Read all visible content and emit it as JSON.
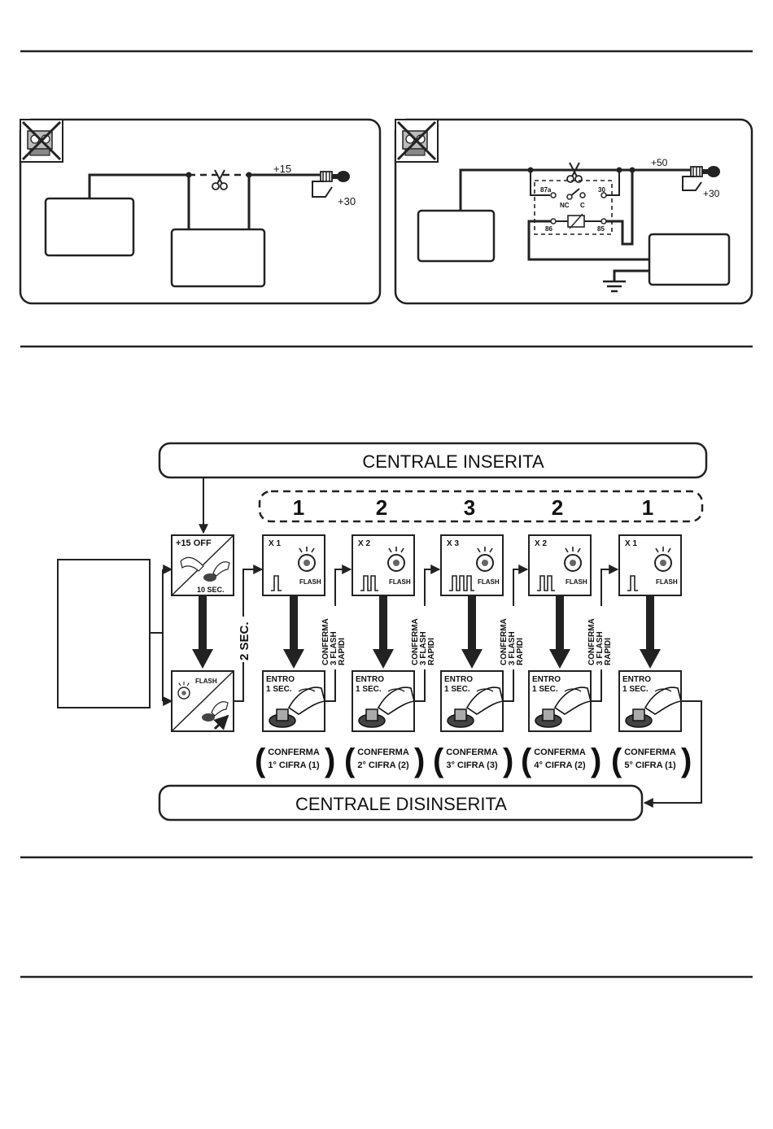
{
  "wiring_left": {
    "plus15": "+15",
    "plus30": "+30"
  },
  "wiring_right": {
    "plus50": "+50",
    "plus30": "+30",
    "relay": {
      "t87a": "87a",
      "t30": "30",
      "nc": "NC",
      "c": "C",
      "t86": "86",
      "t85": "85"
    }
  },
  "flow": {
    "top_banner": "CENTRALE INSERITA",
    "bottom_banner": "CENTRALE DISINSERITA",
    "code_digits": [
      "1",
      "2",
      "3",
      "2",
      "1"
    ],
    "start_panel": {
      "label": "+15 OFF",
      "seconds": "10 SEC."
    },
    "flash_panel": {
      "label": "FLASH"
    },
    "wait_label": "2 SEC.",
    "steps": [
      {
        "count": "X 1",
        "pulses": 1,
        "flash": "FLASH",
        "enter1": "ENTRO",
        "enter2": "1 SEC.",
        "confirm1": "CONFERMA",
        "confirm2": "1° CIFRA (1)"
      },
      {
        "count": "X 2",
        "pulses": 2,
        "flash": "FLASH",
        "enter1": "ENTRO",
        "enter2": "1 SEC.",
        "confirm1": "CONFERMA",
        "confirm2": "2° CIFRA (2)"
      },
      {
        "count": "X 3",
        "pulses": 3,
        "flash": "FLASH",
        "enter1": "ENTRO",
        "enter2": "1 SEC.",
        "confirm1": "CONFERMA",
        "confirm2": "3° CIFRA (3)"
      },
      {
        "count": "X 2",
        "pulses": 2,
        "flash": "FLASH",
        "enter1": "ENTRO",
        "enter2": "1 SEC.",
        "confirm1": "CONFERMA",
        "confirm2": "4° CIFRA (2)"
      },
      {
        "count": "X 1",
        "pulses": 1,
        "flash": "FLASH",
        "enter1": "ENTRO",
        "enter2": "1 SEC.",
        "confirm1": "CONFERMA",
        "confirm2": "5° CIFRA (1)"
      }
    ],
    "rapid_confirm": [
      "CONFERMA",
      "3 FLASH",
      "RAPIDI"
    ]
  }
}
